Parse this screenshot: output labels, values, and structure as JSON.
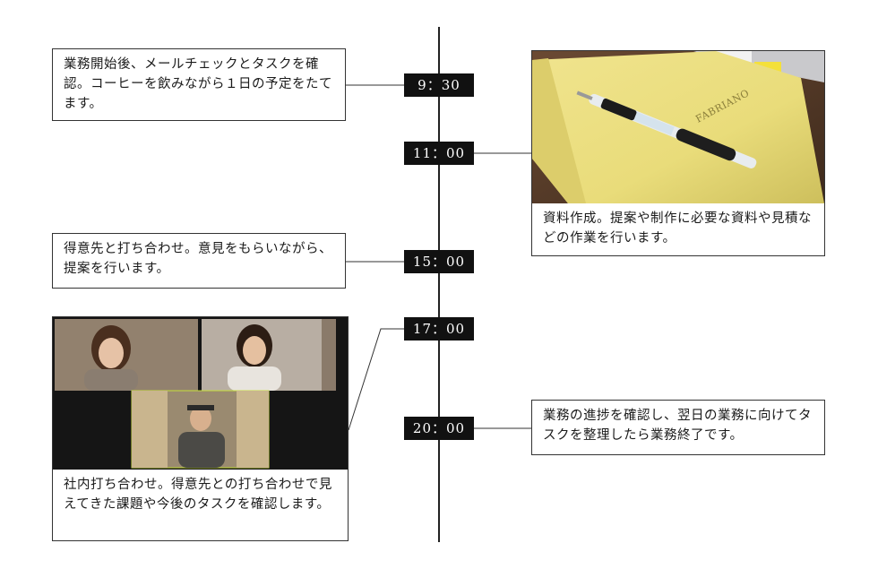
{
  "timeline": [
    {
      "time": "9：30",
      "text": "業務開始後、メールチェックとタスクを確認。コーヒーを飲みながら１日の予定をたてます。"
    },
    {
      "time": "11：00",
      "text": "資料作成。提案や制作に必要な資料や見積などの作業を行います。"
    },
    {
      "time": "15：00",
      "text": "得意先と打ち合わせ。意見をもらいながら、提案を行います。"
    },
    {
      "time": "17：00",
      "text": "社内打ち合わせ。得意先との打ち合わせで見えてきた課題や今後のタスクを確認します。"
    },
    {
      "time": "20：00",
      "text": "業務の進捗を確認し、翌日の業務に向けてタスクを整理したら業務終了です。"
    }
  ],
  "colors": {
    "label_bg": "#111111",
    "label_text": "#ffffff",
    "line": "#222222"
  },
  "photos": {
    "notebook_brand": "FABRIANO",
    "video_tiles": [
      "remote-participant",
      "remote-participant",
      "remote-participant"
    ]
  }
}
